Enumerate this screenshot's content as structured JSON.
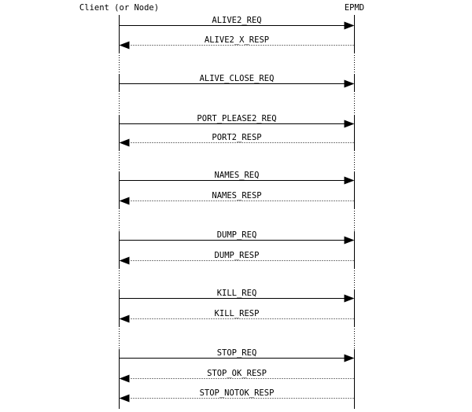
{
  "diagram": {
    "type": "sequence",
    "actors": [
      {
        "id": "client",
        "name": "Client (or Node)"
      },
      {
        "id": "epmd",
        "name": "EPMD"
      }
    ],
    "messages": [
      {
        "label": "ALIVE2_REQ",
        "from": "client",
        "to": "epmd",
        "line_style": "solid"
      },
      {
        "label": "ALIVE2_X_RESP",
        "from": "epmd",
        "to": "client",
        "line_style": "dotted"
      },
      {
        "label": "ALIVE_CLOSE_REQ",
        "from": "client",
        "to": "epmd",
        "line_style": "solid"
      },
      {
        "label": "PORT_PLEASE2_REQ",
        "from": "client",
        "to": "epmd",
        "line_style": "solid"
      },
      {
        "label": "PORT2_RESP",
        "from": "epmd",
        "to": "client",
        "line_style": "dotted"
      },
      {
        "label": "NAMES_REQ",
        "from": "client",
        "to": "epmd",
        "line_style": "solid"
      },
      {
        "label": "NAMES_RESP",
        "from": "epmd",
        "to": "client",
        "line_style": "dotted"
      },
      {
        "label": "DUMP_REQ",
        "from": "client",
        "to": "epmd",
        "line_style": "solid"
      },
      {
        "label": "DUMP_RESP",
        "from": "epmd",
        "to": "client",
        "line_style": "dotted"
      },
      {
        "label": "KILL_REQ",
        "from": "client",
        "to": "epmd",
        "line_style": "solid"
      },
      {
        "label": "KILL_RESP",
        "from": "epmd",
        "to": "client",
        "line_style": "dotted"
      },
      {
        "label": "STOP_REQ",
        "from": "client",
        "to": "epmd",
        "line_style": "solid"
      },
      {
        "label": "STOP_OK_RESP",
        "from": "epmd",
        "to": "client",
        "line_style": "dotted"
      },
      {
        "label": "STOP_NOTOK_RESP",
        "from": "epmd",
        "to": "client",
        "line_style": "dotted"
      }
    ],
    "colors": {
      "background": "#ffffff",
      "line": "#000000",
      "text": "#000000"
    }
  }
}
